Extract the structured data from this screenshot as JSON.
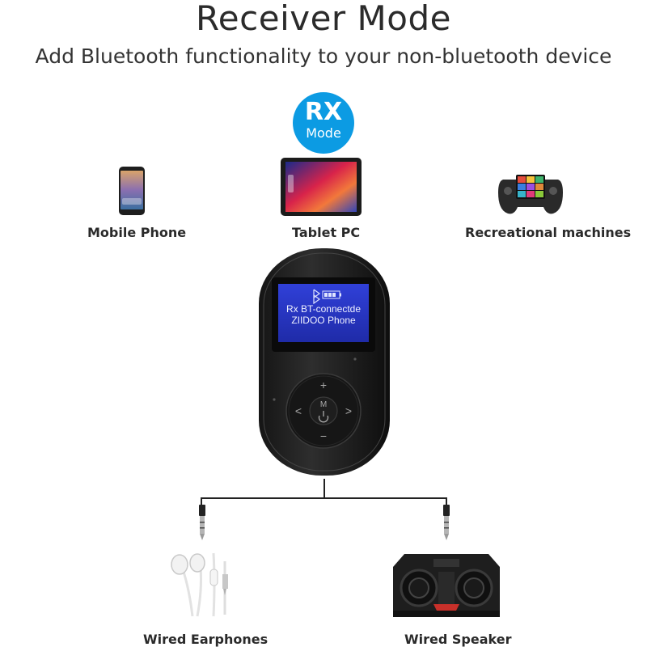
{
  "heading": {
    "title": "Receiver Mode",
    "subtitle": "Add Bluetooth functionality to your non-bluetooth device"
  },
  "mode_badge": {
    "line1": "RX",
    "line2": "Mode",
    "color": "#0c9be3"
  },
  "sources": [
    {
      "label": "Mobile Phone"
    },
    {
      "label": "Tablet PC"
    },
    {
      "label": "Recreational machines"
    }
  ],
  "device": {
    "screen_line1": "Rx BT-connectde",
    "screen_line2": "ZIIDOO Phone",
    "screen_color": "#2a35c8",
    "buttons": {
      "center": "M",
      "up": "+",
      "down": "−",
      "left": "<",
      "right": ">"
    }
  },
  "outputs": [
    {
      "label": "Wired Earphones"
    },
    {
      "label": "Wired Speaker"
    }
  ]
}
